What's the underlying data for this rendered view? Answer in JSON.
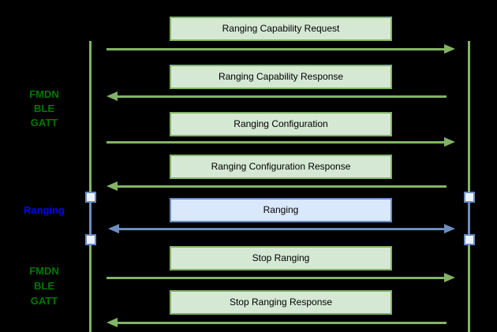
{
  "diagram_type": "ble-ranging-sequence-diagram",
  "background_color": "#000000",
  "palette": {
    "green_fill": "#d5e8d4",
    "green_stroke": "#82b366",
    "blue_fill": "#dae8fc",
    "blue_stroke": "#6c8ebf",
    "actor_green_text": "#007700",
    "actor_blue_text": "#0000ff",
    "message_text": "#000000"
  },
  "actors": [
    {
      "id": "fmdn-ble-gatt-top",
      "lines": [
        "FMDN",
        "BLE",
        "GATT"
      ],
      "color_role": "green"
    },
    {
      "id": "ranging",
      "lines": [
        "Ranging"
      ],
      "color_role": "blue"
    },
    {
      "id": "fmdn-ble-gatt-bottom",
      "lines": [
        "FMDN",
        "BLE",
        "GATT"
      ],
      "color_role": "green"
    }
  ],
  "lifelines": [
    {
      "side": "left",
      "segments": [
        "green",
        "blue",
        "green"
      ]
    },
    {
      "side": "right",
      "segments": [
        "green",
        "blue",
        "green"
      ]
    }
  ],
  "messages": [
    {
      "label": "Ranging Capability Request",
      "direction": "left-to-right",
      "style": "green"
    },
    {
      "label": "Ranging Capability Response",
      "direction": "right-to-left",
      "style": "green"
    },
    {
      "label": "Ranging Configuration",
      "direction": "left-to-right",
      "style": "green"
    },
    {
      "label": "Ranging Configuration Response",
      "direction": "right-to-left",
      "style": "green"
    },
    {
      "label": "Ranging",
      "direction": "bidirectional",
      "style": "blue"
    },
    {
      "label": "Stop Ranging",
      "direction": "left-to-right",
      "style": "green"
    },
    {
      "label": "Stop Ranging Response",
      "direction": "right-to-left",
      "style": "green"
    }
  ]
}
